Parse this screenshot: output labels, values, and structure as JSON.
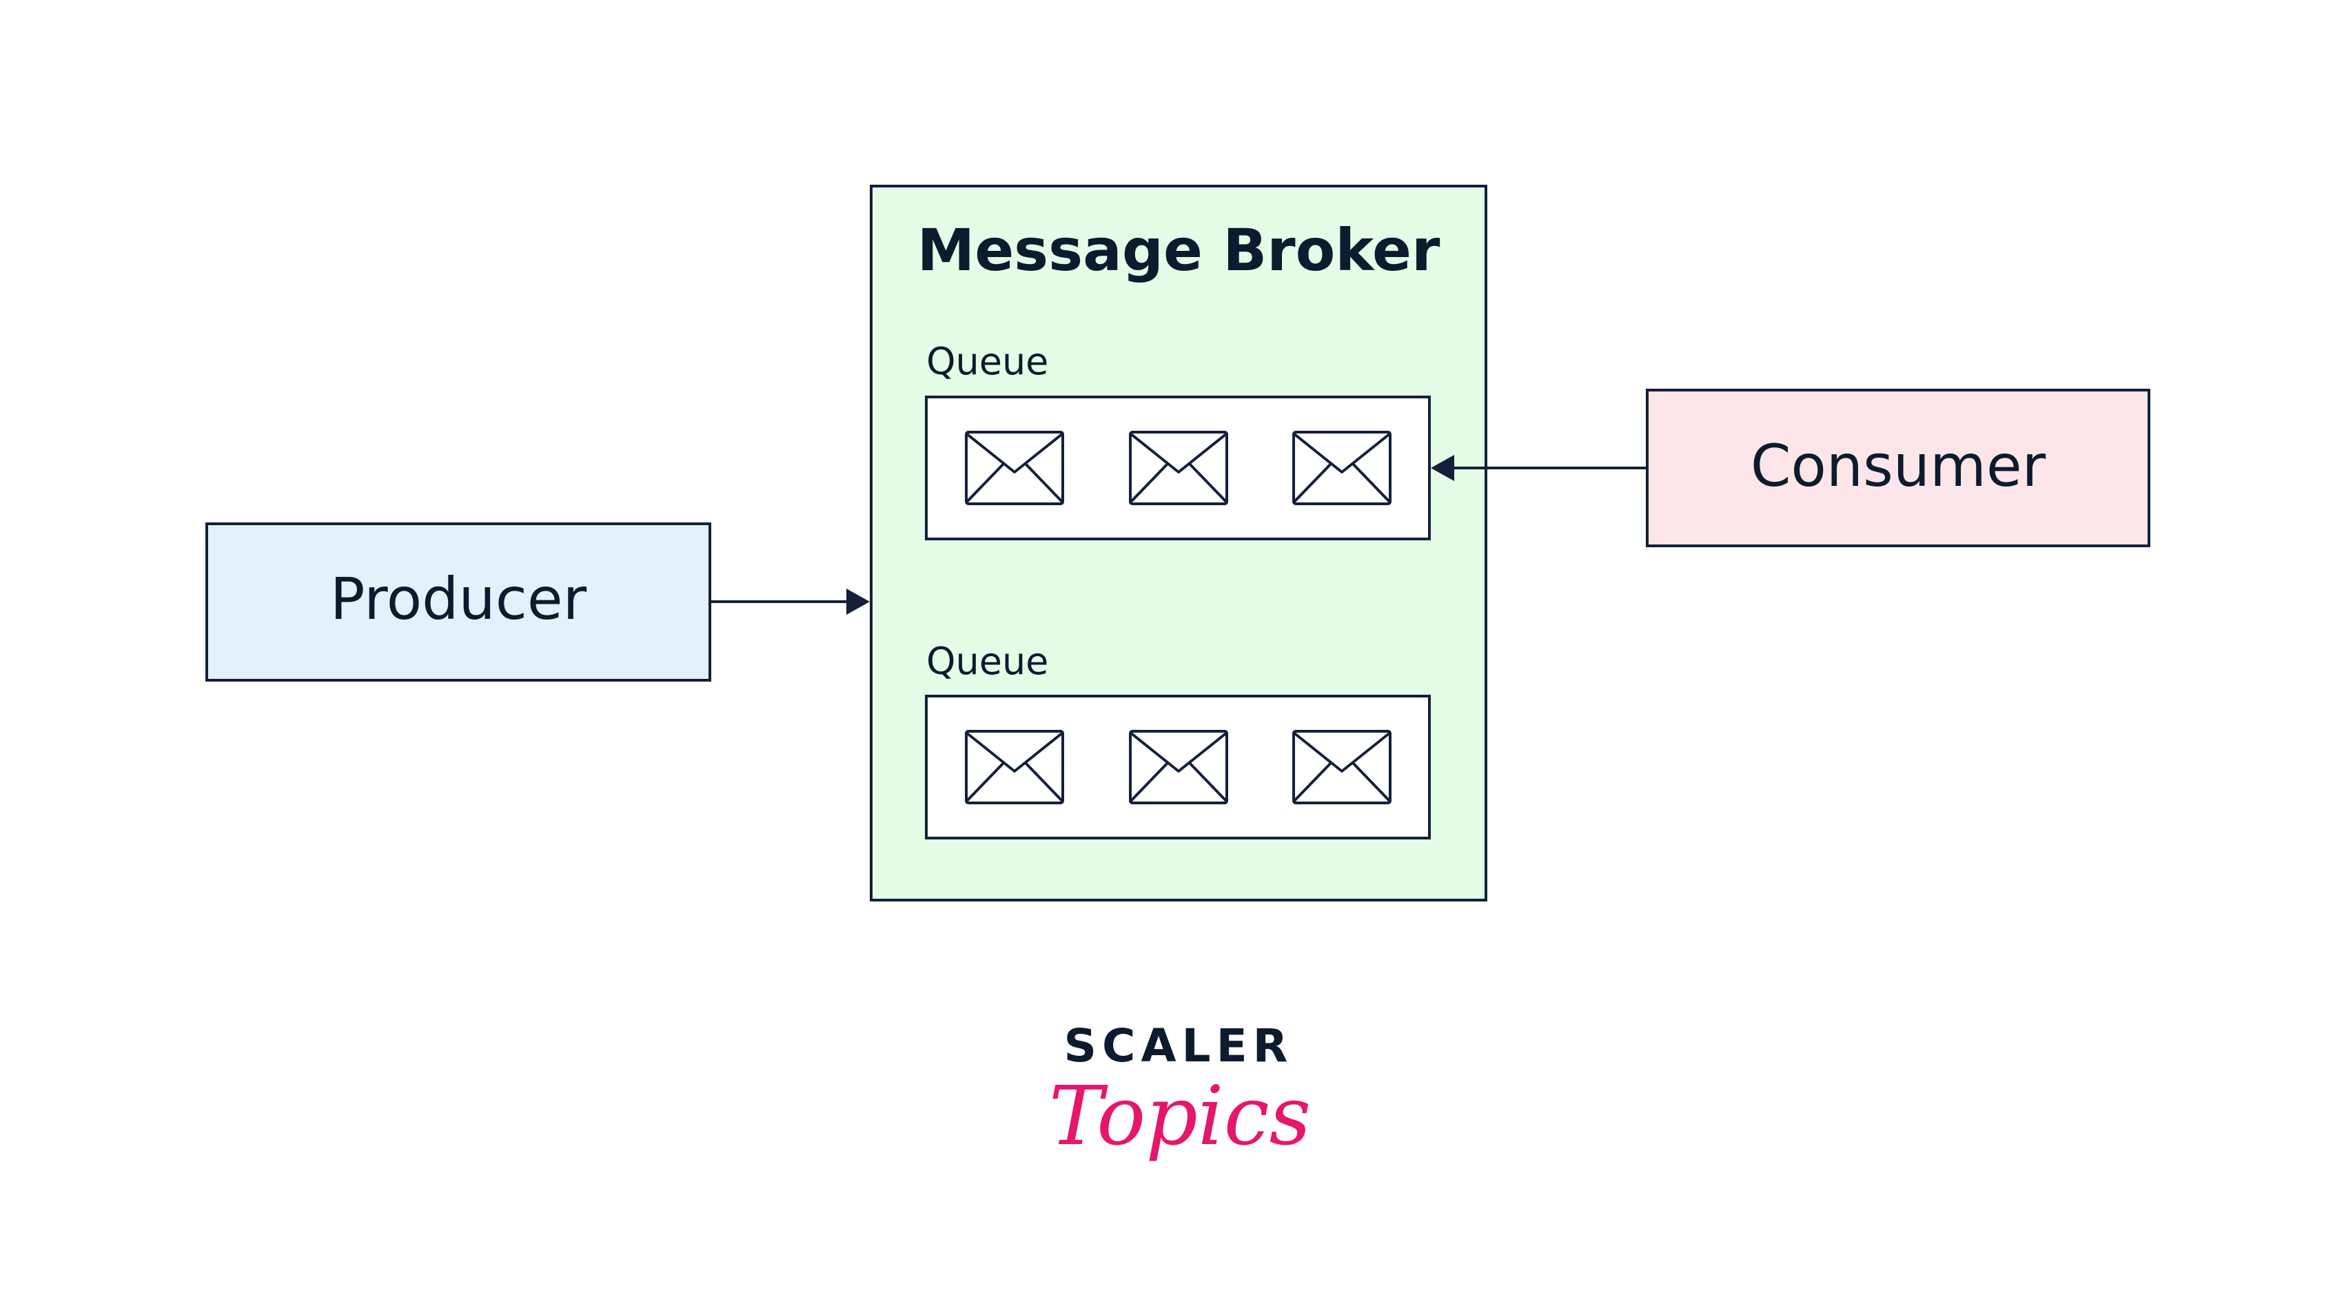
{
  "producer": {
    "label": "Producer",
    "fill": "#e3f1fd",
    "stroke": "#14203a"
  },
  "consumer": {
    "label": "Consumer",
    "fill": "#fde6e9",
    "stroke": "#14203a"
  },
  "broker": {
    "title": "Message Broker",
    "fill": "#e5fde6",
    "stroke": "#14203a",
    "queues": [
      {
        "label": "Queue",
        "messages": [
          {
            "icon": "envelope-icon"
          },
          {
            "icon": "envelope-icon"
          },
          {
            "icon": "envelope-icon"
          }
        ]
      },
      {
        "label": "Queue",
        "messages": [
          {
            "icon": "envelope-icon"
          },
          {
            "icon": "envelope-icon"
          },
          {
            "icon": "envelope-icon"
          }
        ]
      }
    ]
  },
  "edges": [
    {
      "from": "producer",
      "to": "broker",
      "label": ""
    },
    {
      "from": "consumer",
      "to": "queue-1",
      "label": ""
    }
  ],
  "logo": {
    "line1": "SCALER",
    "line2": "Topics",
    "color_primary": "#0d1b2e",
    "color_accent": "#e5166b"
  },
  "colors": {
    "stroke": "#14203a",
    "arrow": "#14203a",
    "background": "#ffffff"
  }
}
